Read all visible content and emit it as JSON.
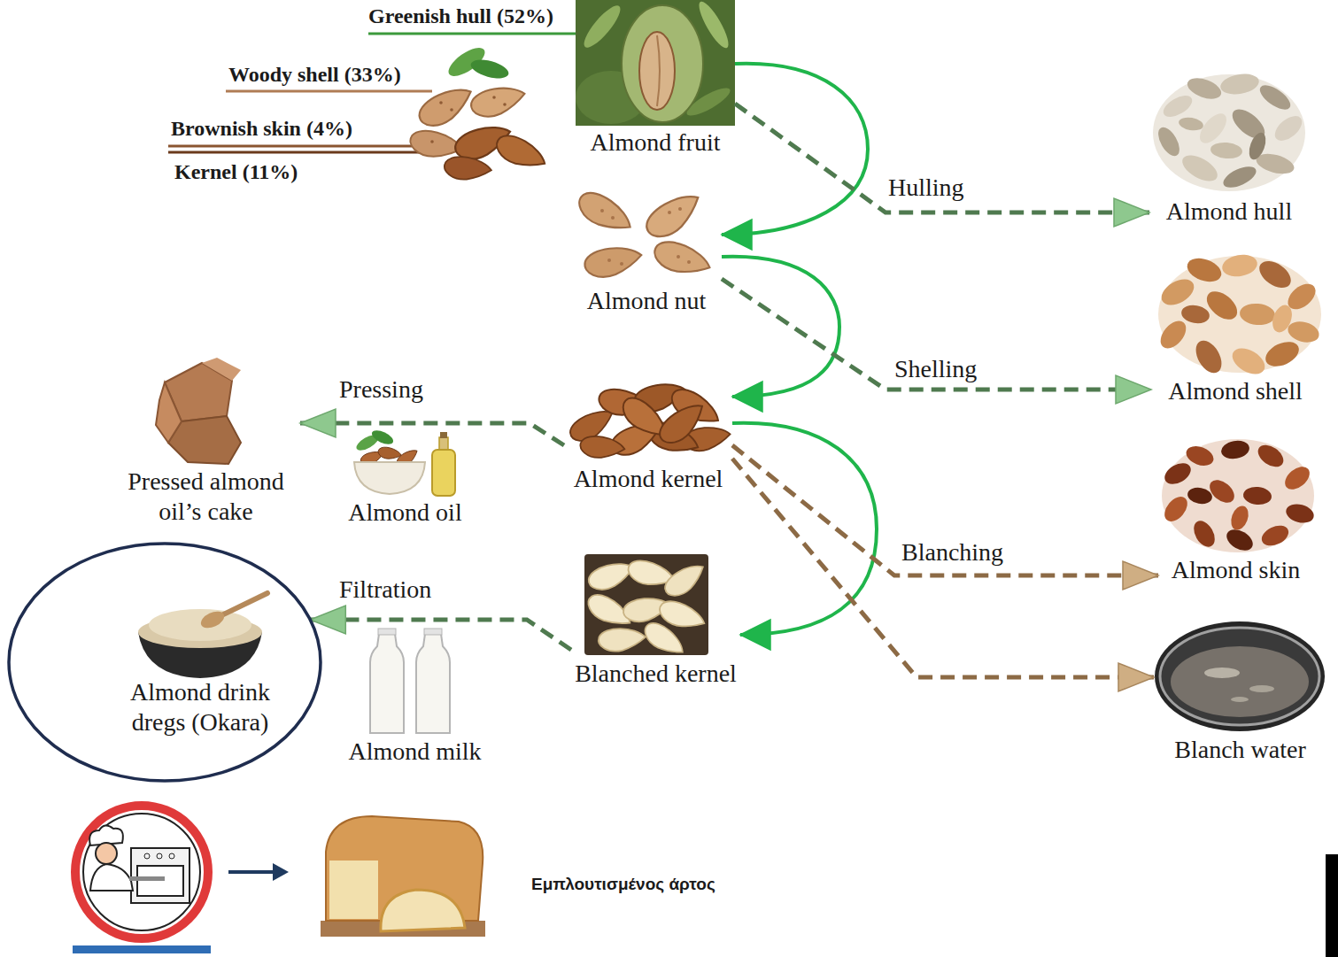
{
  "diagram": {
    "nodes": [
      {
        "text": [
          "Almond fruit"
        ]
      },
      {
        "text": [
          "Almond nut"
        ]
      },
      {
        "text": [
          "Almond kernel"
        ]
      },
      {
        "text": [
          "Blanched kernel"
        ]
      },
      {
        "text": [
          "Almond hull"
        ]
      },
      {
        "text": [
          "Almond shell"
        ]
      },
      {
        "text": [
          "Almond skin"
        ]
      },
      {
        "text": [
          "Blanch water"
        ]
      },
      {
        "text": [
          "Pressed almond oil’s cake"
        ]
      },
      {
        "text": [
          "Almond oil"
        ]
      },
      {
        "text": [
          "Almond milk"
        ]
      },
      {
        "text": [
          "Almond drink dregs (Okara)"
        ]
      }
    ],
    "edges": [
      {
        "from": 0,
        "to": 1,
        "arrow": "to"
      },
      {
        "from": 0,
        "to": 4,
        "label": "Hulling",
        "arrow": "to"
      },
      {
        "from": 1,
        "to": 2,
        "arrow": "to"
      },
      {
        "from": 1,
        "to": 5,
        "label": "Shelling",
        "arrow": "to"
      },
      {
        "from": 2,
        "to": 3,
        "arrow": "to"
      },
      {
        "from": 2,
        "to": 6,
        "label": "Blanching",
        "arrow": "to"
      },
      {
        "from": 2,
        "to": 7,
        "arrow": "to"
      },
      {
        "from": 2,
        "to": 8,
        "label": "Pressing",
        "arrow": "to"
      },
      {
        "from": 3,
        "to": 11,
        "label": "Filtration",
        "arrow": "to"
      }
    ],
    "labels": [
      "Greenish hull (52%)",
      "Woody shell (33%)",
      "Brownish skin (4%)",
      "Kernel (11%)",
      "Εμπλουτισμένος άρτος"
    ]
  }
}
